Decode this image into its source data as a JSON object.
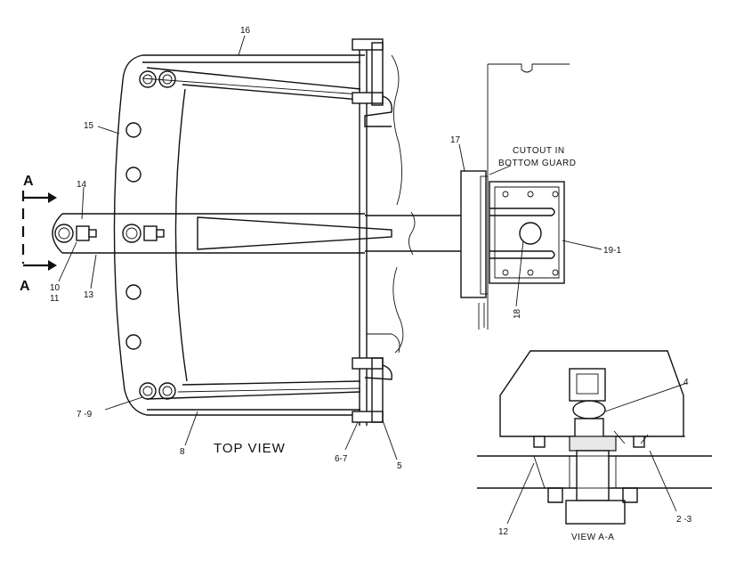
{
  "view_titles": {
    "top_view": "TOP VIEW",
    "view_aa": "VIEW A-A"
  },
  "note": {
    "line1": "CUTOUT IN",
    "line2": "BOTTOM GUARD"
  },
  "section_marks": {
    "top": "A",
    "bottom": "A"
  },
  "callouts": {
    "c16": "16",
    "c15": "15",
    "c14": "14",
    "c10": "10",
    "c11": "11",
    "c13": "13",
    "c7_9": "7 -9",
    "c8": "8",
    "c6_7": "6-7",
    "c5": "5",
    "c17": "17",
    "c19_1": "19-1",
    "c18": "18",
    "c4": "4",
    "c12": "12",
    "c2_3": "2 -3"
  }
}
